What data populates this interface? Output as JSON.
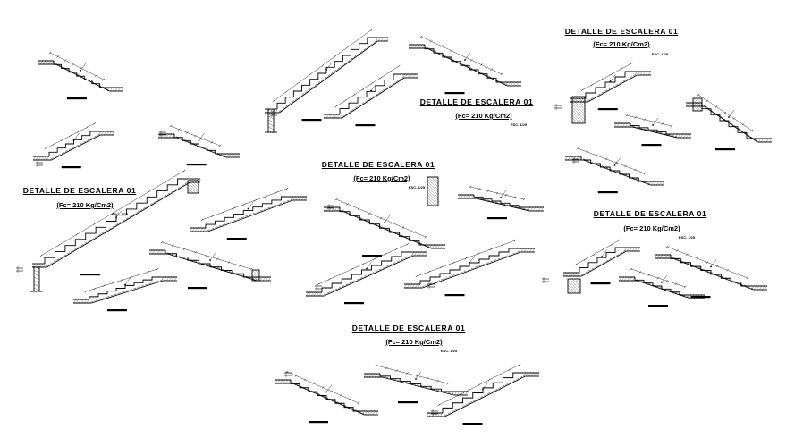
{
  "sheet": {
    "background": "#ffffff",
    "line_color": "#000000",
    "hatch_color": "#333333"
  },
  "details": [
    {
      "title": "DETALLE DE ESCALERA 01",
      "concrete": "(Fc= 210 Kg/Cm2)",
      "scale": "ESC. 1/25"
    },
    {
      "title": "DETALLE DE ESCALERA 01",
      "concrete": "(Fc= 210 Kg/Cm2)",
      "scale": "ESC. 1/25"
    },
    {
      "title": "DETALLE DE ESCALERA 01",
      "concrete": "(Fc= 210 Kg/Cm2)",
      "scale": "ESC. 1/25"
    },
    {
      "title": "DETALLE DE ESCALERA 01",
      "concrete": "(Fc= 210 Kg/Cm2)",
      "scale": "ESC. 1/25"
    },
    {
      "title": "DETALLE DE ESCALERA 01",
      "concrete": "(Fc= 210 Kg/Cm2)",
      "scale": "ESC. 1/25"
    },
    {
      "title": "DETALLE DE ESCALERA 01",
      "concrete": "(Fc= 210 Kg/Cm2)",
      "scale": "ESC. 1/25"
    }
  ]
}
